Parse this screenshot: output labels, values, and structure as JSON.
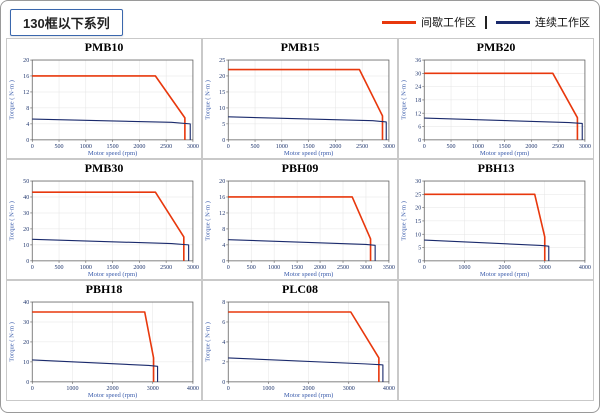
{
  "header": {
    "title": "130框以下系列"
  },
  "legend": {
    "items": [
      {
        "label": "间歇工作区",
        "color": "#e8380d"
      },
      {
        "label": "连续工作区",
        "color": "#1a2a6c"
      }
    ]
  },
  "chart_data": [
    {
      "type": "line",
      "title": "PMB10",
      "xlabel": "Motor speed (rpm)",
      "ylabel": "Torque ( N·m )",
      "xlim": [
        0,
        3000
      ],
      "ylim": [
        0,
        20
      ],
      "xticks": [
        0,
        500,
        1000,
        1500,
        2000,
        2500,
        3000
      ],
      "yticks": [
        0,
        4,
        8,
        12,
        16,
        20
      ],
      "series": [
        {
          "name": "间歇工作区",
          "color": "#e8380d",
          "points": [
            [
              0,
              16
            ],
            [
              2300,
              16
            ],
            [
              2850,
              5.5
            ],
            [
              2850,
              0
            ]
          ]
        },
        {
          "name": "连续工作区",
          "color": "#1a2a6c",
          "points": [
            [
              0,
              5.2
            ],
            [
              2600,
              4.4
            ],
            [
              2950,
              4
            ],
            [
              2950,
              0
            ]
          ]
        }
      ]
    },
    {
      "type": "line",
      "title": "PMB15",
      "xlabel": "Motor speed (rpm)",
      "ylabel": "Torque ( N·m )",
      "xlim": [
        0,
        3000
      ],
      "ylim": [
        0,
        25
      ],
      "xticks": [
        0,
        500,
        1000,
        1500,
        2000,
        2500,
        3000
      ],
      "yticks": [
        0,
        5,
        10,
        15,
        20,
        25
      ],
      "series": [
        {
          "name": "间歇工作区",
          "color": "#e8380d",
          "points": [
            [
              0,
              22
            ],
            [
              2450,
              22
            ],
            [
              2880,
              7.5
            ],
            [
              2880,
              0
            ]
          ]
        },
        {
          "name": "连续工作区",
          "color": "#1a2a6c",
          "points": [
            [
              0,
              7.2
            ],
            [
              2700,
              6
            ],
            [
              2950,
              5.6
            ],
            [
              2950,
              0
            ]
          ]
        }
      ]
    },
    {
      "type": "line",
      "title": "PMB20",
      "xlabel": "Motor speed (rpm)",
      "ylabel": "Torque ( N·m )",
      "xlim": [
        0,
        3000
      ],
      "ylim": [
        0,
        36
      ],
      "xticks": [
        0,
        500,
        1000,
        1500,
        2000,
        2500,
        3000
      ],
      "yticks": [
        0,
        6,
        12,
        18,
        24,
        30,
        36
      ],
      "series": [
        {
          "name": "间歇工作区",
          "color": "#e8380d",
          "points": [
            [
              0,
              30
            ],
            [
              2400,
              30
            ],
            [
              2860,
              10
            ],
            [
              2860,
              0
            ]
          ]
        },
        {
          "name": "连续工作区",
          "color": "#1a2a6c",
          "points": [
            [
              0,
              9.8
            ],
            [
              2700,
              7.8
            ],
            [
              2950,
              7.4
            ],
            [
              2950,
              0
            ]
          ]
        }
      ]
    },
    {
      "type": "line",
      "title": "PMB30",
      "xlabel": "Motor speed (rpm)",
      "ylabel": "Torque ( N·m )",
      "xlim": [
        0,
        3000
      ],
      "ylim": [
        0,
        50
      ],
      "xticks": [
        0,
        500,
        1000,
        1500,
        2000,
        2500,
        3000
      ],
      "yticks": [
        0,
        10,
        20,
        30,
        40,
        50
      ],
      "series": [
        {
          "name": "间歇工作区",
          "color": "#e8380d",
          "points": [
            [
              0,
              43
            ],
            [
              2300,
              43
            ],
            [
              2830,
              15
            ],
            [
              2830,
              0
            ]
          ]
        },
        {
          "name": "连续工作区",
          "color": "#1a2a6c",
          "points": [
            [
              0,
              13.5
            ],
            [
              2600,
              10.8
            ],
            [
              2920,
              10
            ],
            [
              2920,
              0
            ]
          ]
        }
      ]
    },
    {
      "type": "line",
      "title": "PBH09",
      "xlabel": "Motor speed (rpm)",
      "ylabel": "Torque ( N·m )",
      "xlim": [
        0,
        3500
      ],
      "ylim": [
        0,
        20
      ],
      "xticks": [
        0,
        500,
        1000,
        1500,
        2000,
        2500,
        3000,
        3500
      ],
      "yticks": [
        0,
        4,
        8,
        12,
        16,
        20
      ],
      "series": [
        {
          "name": "间歇工作区",
          "color": "#e8380d",
          "points": [
            [
              0,
              16
            ],
            [
              2700,
              16
            ],
            [
              3100,
              5.5
            ],
            [
              3100,
              0
            ]
          ]
        },
        {
          "name": "连续工作区",
          "color": "#1a2a6c",
          "points": [
            [
              0,
              5.3
            ],
            [
              3000,
              4.1
            ],
            [
              3200,
              3.9
            ],
            [
              3200,
              0
            ]
          ]
        }
      ]
    },
    {
      "type": "line",
      "title": "PBH13",
      "xlabel": "Motor speed (rpm)",
      "ylabel": "Torque ( N·m )",
      "xlim": [
        0,
        4000
      ],
      "ylim": [
        0,
        30
      ],
      "xticks": [
        0,
        1000,
        2000,
        3000,
        4000
      ],
      "yticks": [
        0,
        5,
        10,
        15,
        20,
        25,
        30
      ],
      "series": [
        {
          "name": "间歇工作区",
          "color": "#e8380d",
          "points": [
            [
              0,
              25
            ],
            [
              2750,
              25
            ],
            [
              3000,
              9
            ],
            [
              3000,
              0
            ]
          ]
        },
        {
          "name": "连续工作区",
          "color": "#1a2a6c",
          "points": [
            [
              0,
              7.8
            ],
            [
              2900,
              5.8
            ],
            [
              3100,
              5.5
            ],
            [
              3100,
              0
            ]
          ]
        }
      ]
    },
    {
      "type": "line",
      "title": "PBH18",
      "xlabel": "Motor speed (rpm)",
      "ylabel": "Torque ( N·m )",
      "xlim": [
        0,
        4000
      ],
      "ylim": [
        0,
        40
      ],
      "xticks": [
        0,
        1000,
        2000,
        3000,
        4000
      ],
      "yticks": [
        0,
        10,
        20,
        30,
        40
      ],
      "series": [
        {
          "name": "间歇工作区",
          "color": "#e8380d",
          "points": [
            [
              0,
              35
            ],
            [
              2800,
              35
            ],
            [
              3020,
              12
            ],
            [
              3020,
              0
            ]
          ]
        },
        {
          "name": "连续工作区",
          "color": "#1a2a6c",
          "points": [
            [
              0,
              11
            ],
            [
              2900,
              8.2
            ],
            [
              3120,
              7.8
            ],
            [
              3120,
              0
            ]
          ]
        }
      ]
    },
    {
      "type": "line",
      "title": "PLC08",
      "xlabel": "Motor speed (rpm)",
      "ylabel": "Torque ( N·m )",
      "xlim": [
        0,
        4000
      ],
      "ylim": [
        0,
        8
      ],
      "xticks": [
        0,
        1000,
        2000,
        3000,
        4000
      ],
      "yticks": [
        0,
        2,
        4,
        6,
        8
      ],
      "series": [
        {
          "name": "间歇工作区",
          "color": "#e8380d",
          "points": [
            [
              0,
              7
            ],
            [
              3050,
              7
            ],
            [
              3750,
              2.4
            ],
            [
              3750,
              0
            ]
          ]
        },
        {
          "name": "连续工作区",
          "color": "#1a2a6c",
          "points": [
            [
              0,
              2.4
            ],
            [
              3400,
              1.8
            ],
            [
              3850,
              1.7
            ],
            [
              3850,
              0
            ]
          ]
        }
      ]
    }
  ]
}
